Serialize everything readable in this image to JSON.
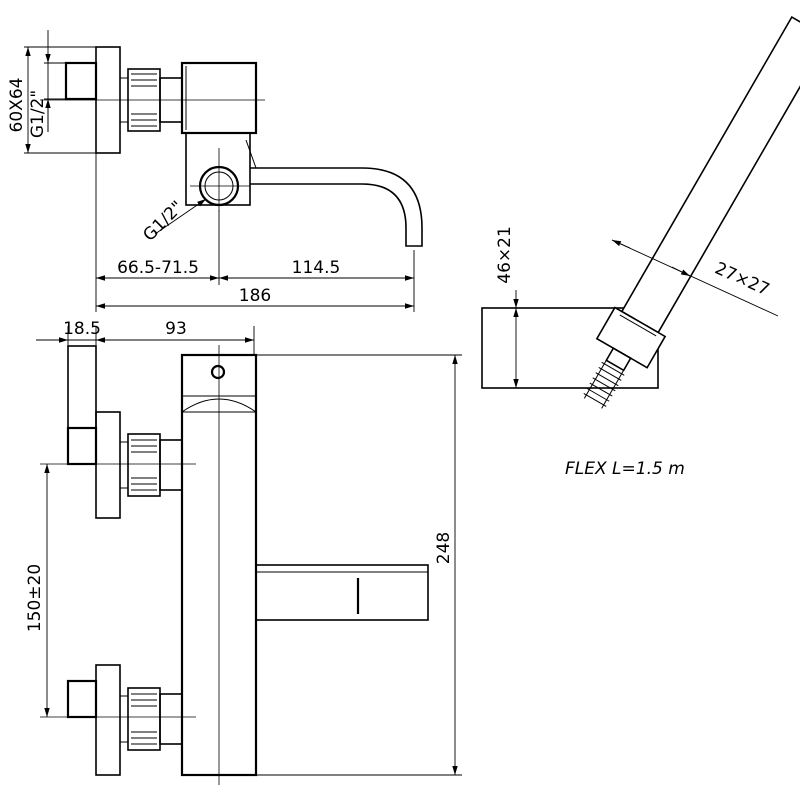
{
  "labels": {
    "flange_size": "60X64",
    "thread_top": "G1/2\"",
    "thread_outlet": "G1/2\"",
    "offset": "66.5-71.5",
    "spout_reach": "114.5",
    "total_depth": "186",
    "wall_gap": "18.5",
    "body_depth": "93",
    "body_height": "248",
    "centers": "150±20",
    "holder_height": "46×21",
    "handle_size": "27×27",
    "hose": "FLEX  L=1.5  m"
  }
}
